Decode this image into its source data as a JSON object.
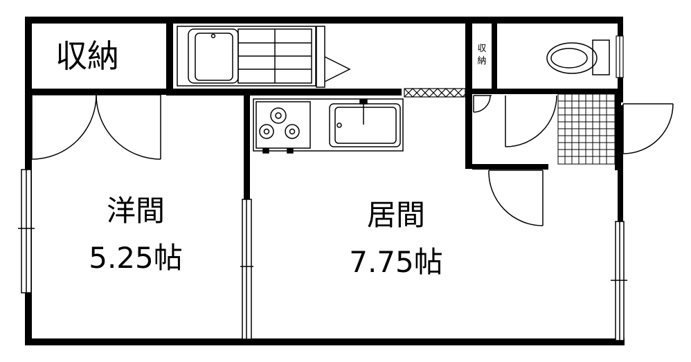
{
  "rooms": {
    "storage_main": "収納",
    "western_room": {
      "name": "洋間",
      "size": "5.25帖"
    },
    "living_room": {
      "name": "居間",
      "size": "7.75帖"
    },
    "storage_small": "収納"
  },
  "colors": {
    "wall": "#000000",
    "line": "#000000",
    "background": "#ffffff"
  }
}
